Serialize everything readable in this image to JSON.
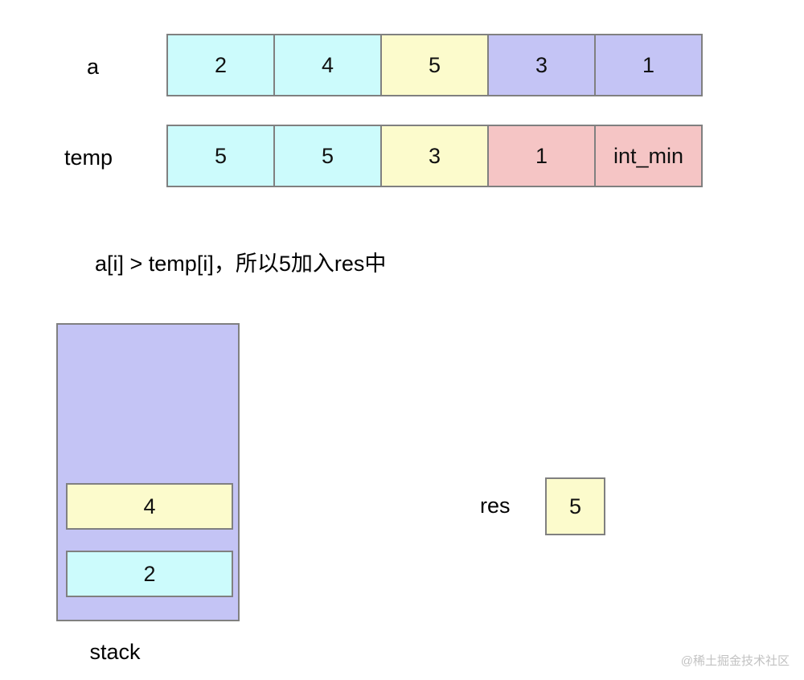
{
  "diagram": {
    "title": "monotonic stack step illustration",
    "colors": {
      "cyan": "#ccfbfc",
      "yellow": "#fcfbcc",
      "purple": "#c4c4f5",
      "pink": "#f5c5c5",
      "border": "#808080",
      "text": "#111111",
      "watermark": "#c2c2c2"
    },
    "arrays": [
      {
        "label": "a",
        "cells": [
          {
            "value": "2",
            "color": "cyan"
          },
          {
            "value": "4",
            "color": "cyan"
          },
          {
            "value": "5",
            "color": "yellow"
          },
          {
            "value": "3",
            "color": "purple"
          },
          {
            "value": "1",
            "color": "purple"
          }
        ]
      },
      {
        "label": "temp",
        "cells": [
          {
            "value": "5",
            "color": "cyan"
          },
          {
            "value": "5",
            "color": "cyan"
          },
          {
            "value": "3",
            "color": "yellow"
          },
          {
            "value": "1",
            "color": "pink"
          },
          {
            "value": "int_min",
            "color": "pink"
          }
        ]
      }
    ],
    "caption": "a[i] > temp[i]，所以5加入res中",
    "stack": {
      "label": "stack",
      "items": [
        {
          "value": "4",
          "color": "yellow"
        },
        {
          "value": "2",
          "color": "cyan"
        }
      ]
    },
    "res": {
      "label": "res",
      "cells": [
        {
          "value": "5",
          "color": "yellow"
        }
      ]
    },
    "watermark": "@稀土掘金技术社区"
  }
}
